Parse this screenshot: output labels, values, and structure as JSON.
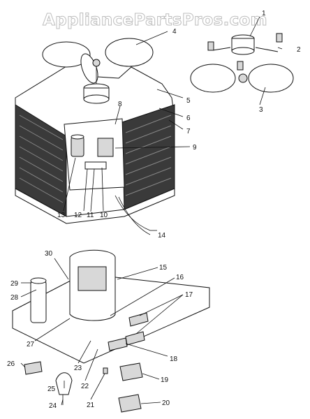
{
  "watermark": "AppliancePartsPros.com",
  "callouts": [
    {
      "id": "1",
      "label": "1"
    },
    {
      "id": "2",
      "label": "2"
    },
    {
      "id": "3",
      "label": "3"
    },
    {
      "id": "4",
      "label": "4"
    },
    {
      "id": "5",
      "label": "5"
    },
    {
      "id": "6",
      "label": "6"
    },
    {
      "id": "7",
      "label": "7"
    },
    {
      "id": "8",
      "label": "8"
    },
    {
      "id": "9",
      "label": "9"
    },
    {
      "id": "10",
      "label": "10"
    },
    {
      "id": "11",
      "label": "11"
    },
    {
      "id": "12",
      "label": "12"
    },
    {
      "id": "13",
      "label": "13"
    },
    {
      "id": "14",
      "label": "14"
    },
    {
      "id": "15",
      "label": "15"
    },
    {
      "id": "16",
      "label": "16"
    },
    {
      "id": "17",
      "label": "17"
    },
    {
      "id": "18",
      "label": "18"
    },
    {
      "id": "19",
      "label": "19"
    },
    {
      "id": "20",
      "label": "20"
    },
    {
      "id": "21",
      "label": "21"
    },
    {
      "id": "22",
      "label": "22"
    },
    {
      "id": "23",
      "label": "23"
    },
    {
      "id": "24",
      "label": "24"
    },
    {
      "id": "25",
      "label": "25"
    },
    {
      "id": "26",
      "label": "26"
    },
    {
      "id": "27",
      "label": "27"
    },
    {
      "id": "28",
      "label": "28"
    },
    {
      "id": "29",
      "label": "29"
    },
    {
      "id": "30",
      "label": "30"
    }
  ]
}
